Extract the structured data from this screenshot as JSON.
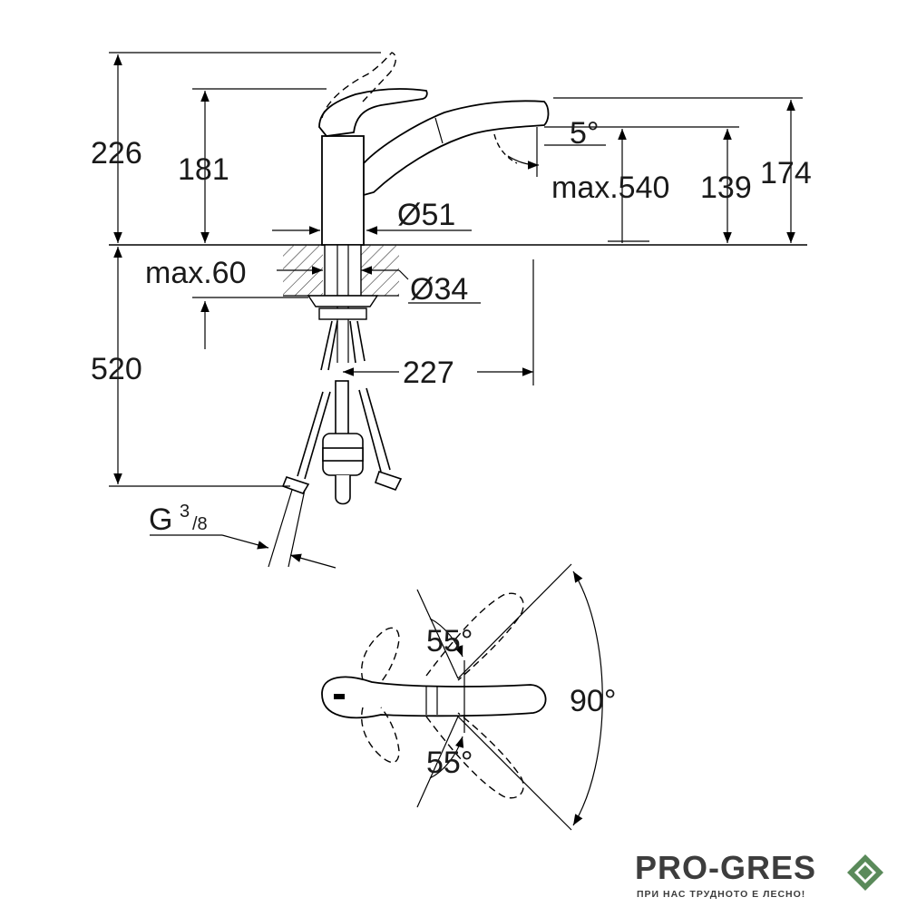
{
  "dimensions": {
    "overall_height": "226",
    "handle_height": "181",
    "spout_height": "174",
    "outlet_height": "139",
    "pullout_length": "max.540",
    "spout_angle": "5°",
    "body_diameter": "Ø51",
    "shank_diameter": "Ø34",
    "counter_thickness": "max.60",
    "hose_length": "520",
    "spout_reach": "227",
    "connection_thread": "G",
    "thread_numerator": "3",
    "thread_denominator": "/8",
    "swivel_left": "55°",
    "swivel_right": "55°",
    "lever_rotation": "90°"
  },
  "logo": {
    "brand": "PRO-GRES",
    "tagline": "ПРИ НАС ТРУДНОТО Е ЛЕСНО!",
    "colors": {
      "text": "#3d3d3d",
      "mark": "#5a8a5a"
    }
  }
}
